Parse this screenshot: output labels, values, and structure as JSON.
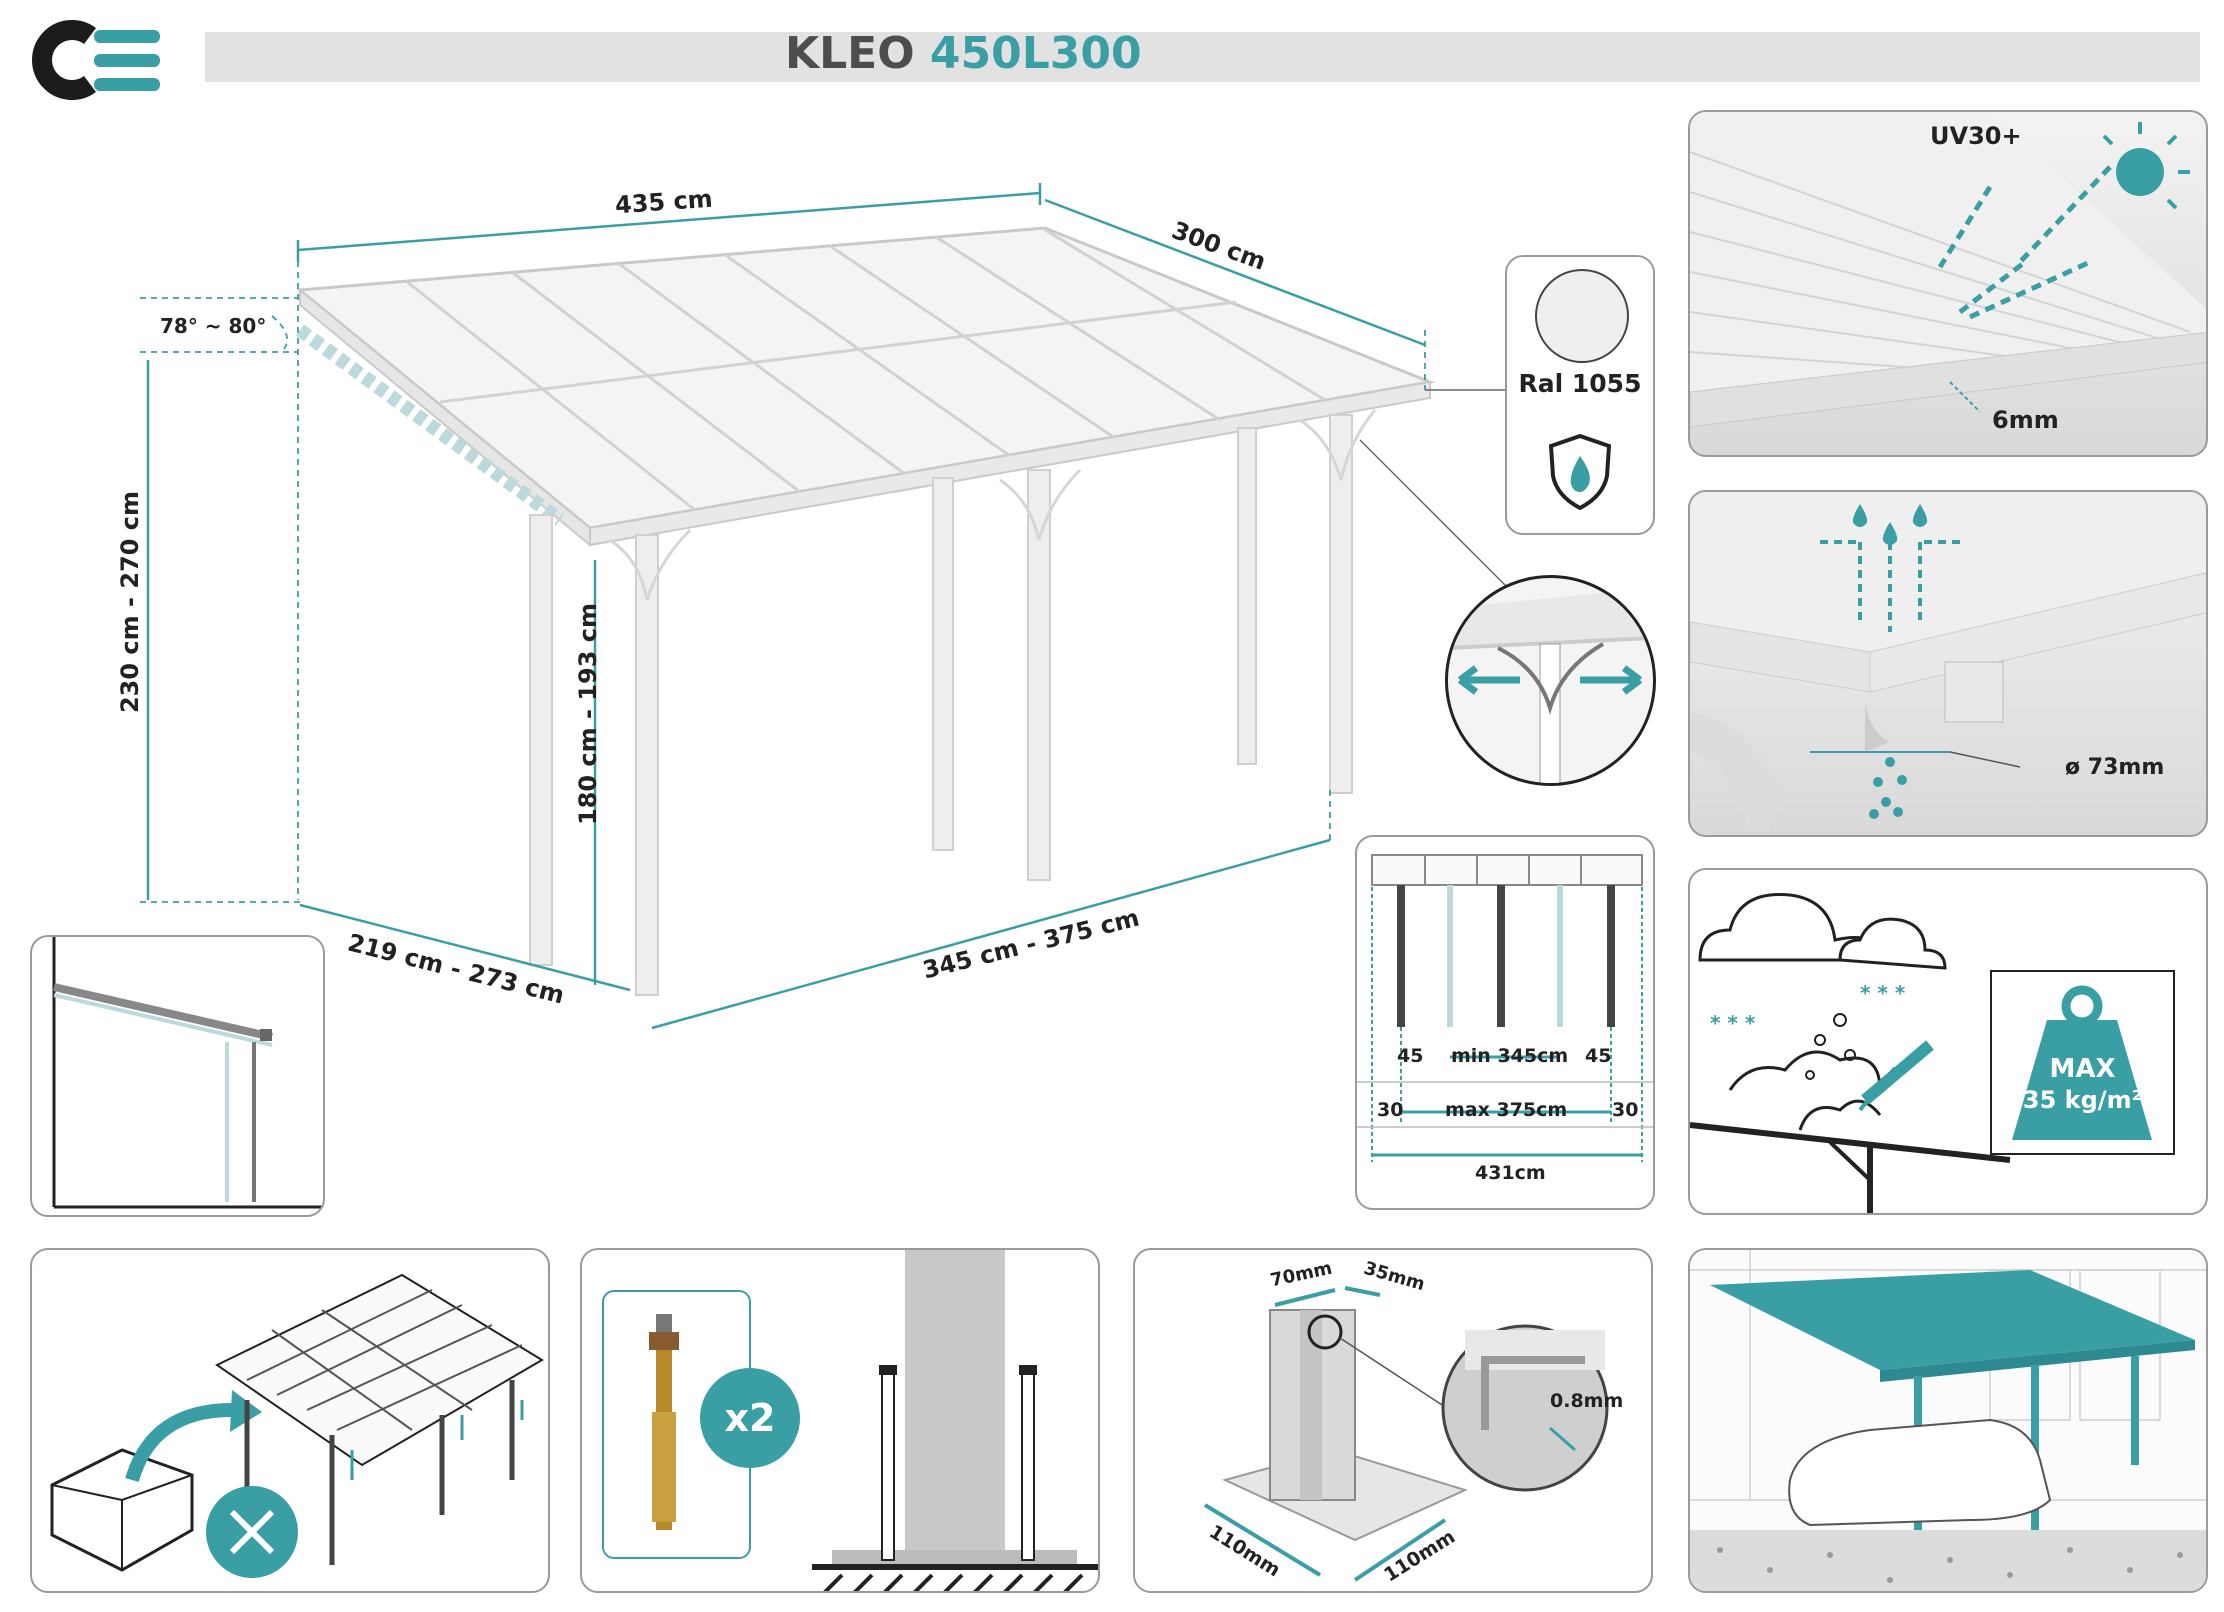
{
  "header": {
    "brand": "KLEO",
    "model": "450L300"
  },
  "colors": {
    "teal": "#3a9ea5",
    "dark": "#222222",
    "bar": "#e2e2e2"
  },
  "main": {
    "width": "435 cm",
    "depth": "300 cm",
    "angle": "78° ~ 80°",
    "total_height": "230 cm - 270 cm",
    "front_height": "180 cm - 193 cm",
    "side_span": "219 cm - 273 cm",
    "post_span": "345 cm - 375 cm"
  },
  "color_panel": {
    "ral": "Ral 1055",
    "icons": [
      "color-swatch-icon",
      "water-shield-icon"
    ]
  },
  "uv_panel": {
    "uv": "UV30+",
    "thickness": "6mm"
  },
  "gutter_panel": {
    "diameter": "ø 73mm"
  },
  "post_spacing": {
    "left_overhang": "45",
    "min": "min 345cm",
    "right_overhang": "45",
    "left_edge": "30",
    "max": "max 375cm",
    "right_edge": "30",
    "total": "431cm"
  },
  "load_panel": {
    "max_label": "MAX",
    "load": "35 kg/m²"
  },
  "anchor_panel": {
    "count": "x2"
  },
  "post_panel": {
    "width": "70mm",
    "depth": "35mm",
    "wall": "0.8mm",
    "base_x": "110mm",
    "base_y": "110mm"
  }
}
